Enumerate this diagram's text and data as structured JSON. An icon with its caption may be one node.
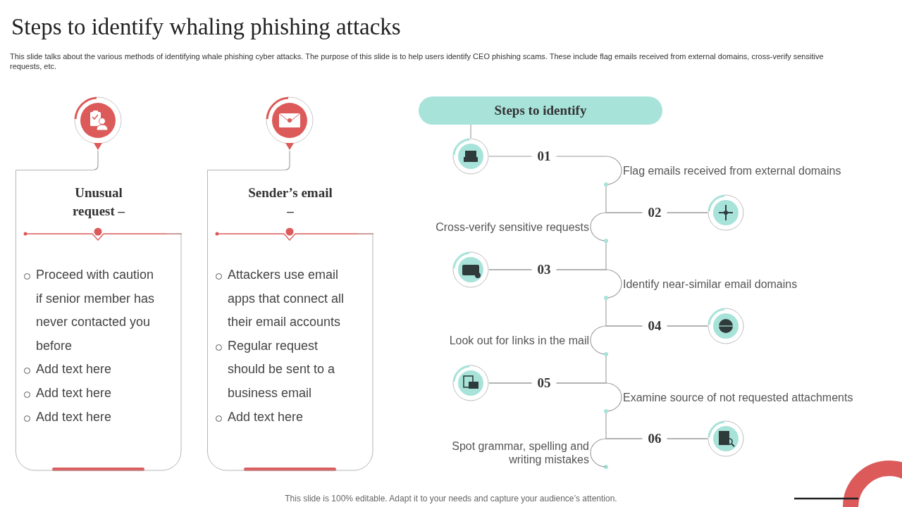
{
  "diagram": {
    "title": "Steps to identify whaling phishing attacks",
    "nodes": [
      {
        "text": [],
        "shape": "picture"
      },
      {
        "text": [
          "Unusual request –",
          "Proceed with caution if senior member has never contacted you before",
          "Add text here",
          "Add text here",
          "Add text here"
        ]
      },
      {
        "text": [],
        "shape": "picture"
      },
      {
        "text": [
          "Sender’s email –",
          "Attackers use email apps that connect all their email accounts",
          "Regular request should be sent to a business email",
          "Add text here"
        ]
      },
      {
        "text": [
          "Steps to identify"
        ]
      },
      {
        "text": [],
        "shape": "picture"
      },
      {
        "text": [
          "Flag emails received from external domains"
        ]
      },
      {
        "text": [],
        "shape": "picture"
      },
      {
        "text": [
          "Cross-verify sensitive requests"
        ]
      },
      {
        "text": [],
        "shape": "picture"
      },
      {
        "text": [
          "Identify near-similar email domains"
        ]
      },
      {
        "text": [],
        "shape": "picture"
      },
      {
        "text": [
          "Look out for links in the mail"
        ]
      },
      {
        "text": [],
        "shape": "picture"
      },
      {
        "text": [
          "Examine source of not requested attachments"
        ]
      },
      {
        "text": [],
        "shape": "picture"
      },
      {
        "text": [
          "Spot grammar, spelling and writing mistakes"
        ]
      }
    ],
    "edges": [
      {
        "from": 0,
        "to": 1,
        "arrow": "none"
      },
      {
        "from": 2,
        "to": 3,
        "arrow": "none"
      },
      {
        "from": 4,
        "to": 5,
        "arrow": "none"
      },
      {
        "from": 5,
        "to": 6,
        "arrow": "none",
        "label": "01"
      },
      {
        "from": 6,
        "to": 7,
        "arrow": "none"
      },
      {
        "from": 7,
        "to": 8,
        "arrow": "none",
        "label": "02"
      },
      {
        "from": 8,
        "to": 9,
        "arrow": "none"
      },
      {
        "from": 9,
        "to": 10,
        "arrow": "none",
        "label": "03"
      },
      {
        "from": 10,
        "to": 11,
        "arrow": "none"
      },
      {
        "from": 11,
        "to": 12,
        "arrow": "none",
        "label": "04"
      },
      {
        "from": 12,
        "to": 13,
        "arrow": "none"
      },
      {
        "from": 13,
        "to": 14,
        "arrow": "none",
        "label": "05"
      },
      {
        "from": 14,
        "to": 15,
        "arrow": "none"
      },
      {
        "from": 15,
        "to": 16,
        "arrow": "none",
        "label": "06"
      }
    ],
    "labels": [
      "This slide talks about the various methods of identifying whale phishing cyber attacks. The purpose of this slide is to help users identify CEO phishing scams. These include flag emails received from external domains, cross-verify sensitive requests, etc.",
      "This slide is 100% editable. Adapt it to your needs and capture your audience’s attention."
    ]
  }
}
